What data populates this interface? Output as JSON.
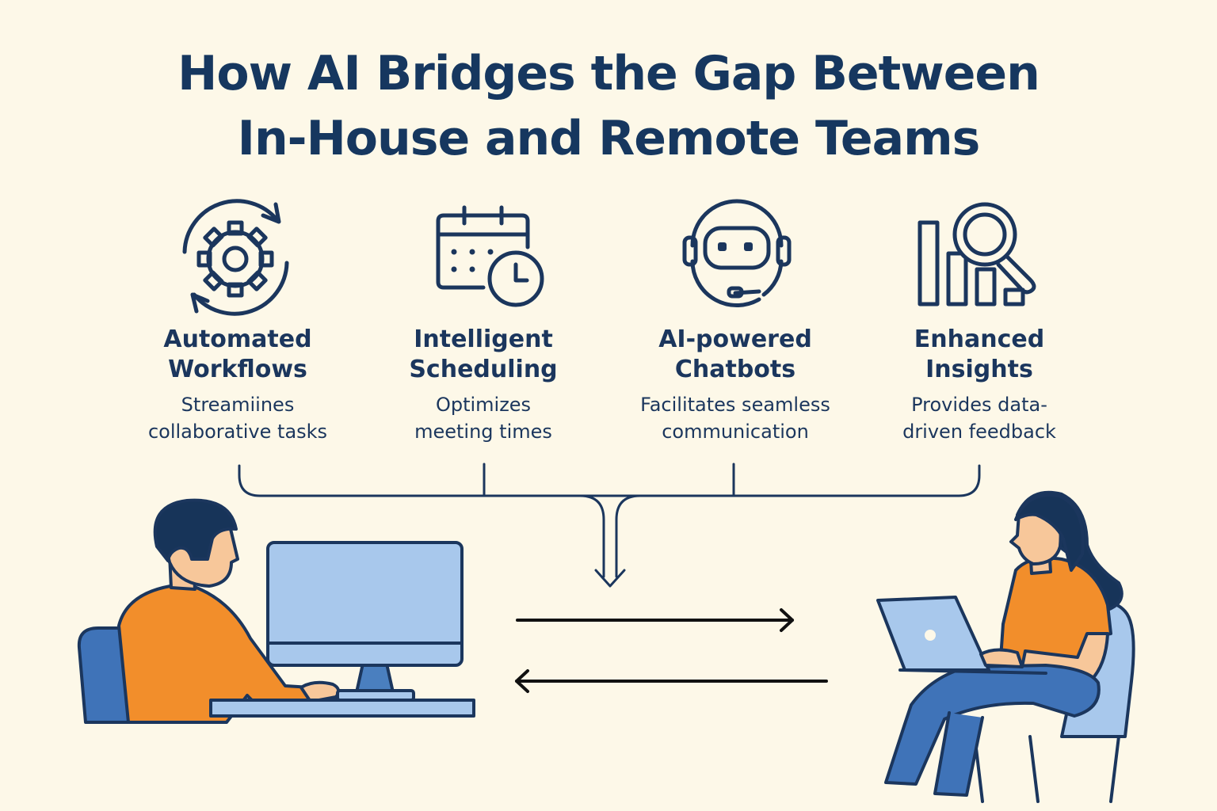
{
  "title": {
    "line1": "How AI Bridges the Gap Between",
    "line2": "In-House and Remote Teams"
  },
  "features": [
    {
      "icon": "gear-cycle-icon",
      "name_line1": "Automated",
      "name_line2": "Workflows",
      "desc_line1": "Streamiines",
      "desc_line2": "collaborative tasks"
    },
    {
      "icon": "calendar-clock-icon",
      "name_line1": "Intelligent",
      "name_line2": "Scheduling",
      "desc_line1": "Optimizes",
      "desc_line2": "meeting times"
    },
    {
      "icon": "chatbot-headset-icon",
      "name_line1": "AI-powered",
      "name_line2": "Chatbots",
      "desc_line1": "Facilitates seamless",
      "desc_line2": "communication"
    },
    {
      "icon": "bar-chart-magnifier-icon",
      "name_line1": "Enhanced",
      "name_line2": "Insights",
      "desc_line1": "Provides data-",
      "desc_line2": "driven feedback"
    }
  ],
  "colors": {
    "background": "#fdf8e8",
    "navy": "#1b365d",
    "orange": "#f28e2b",
    "blue": "#4a7fbf",
    "light_blue": "#a8c8ec",
    "skin": "#f7c79a"
  },
  "people": {
    "left": "in-house-worker-illustration",
    "right": "remote-worker-illustration"
  }
}
